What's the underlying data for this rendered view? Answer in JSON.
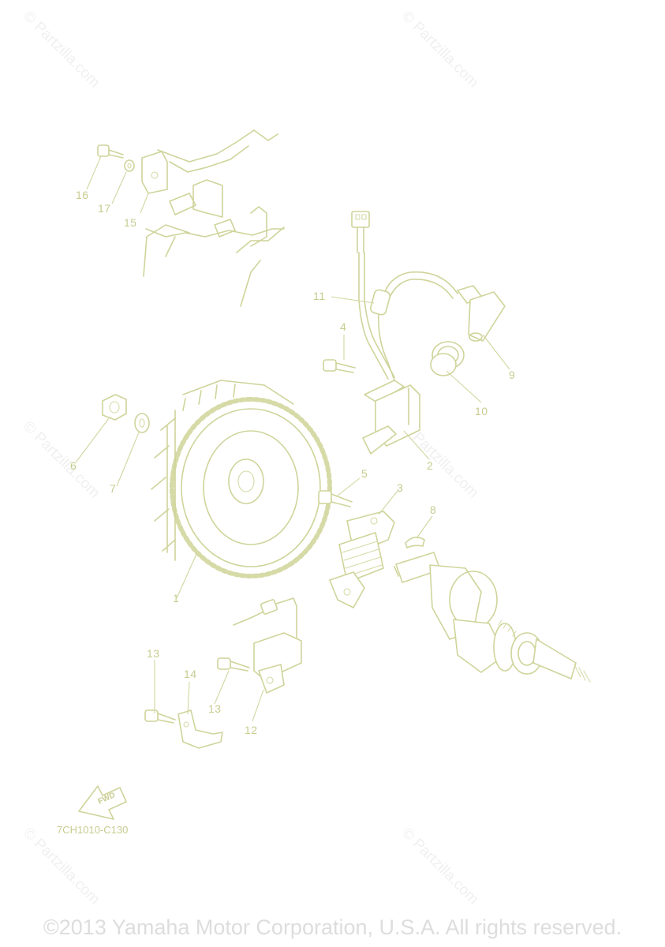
{
  "diagram": {
    "code": "7CH1010-C130",
    "copyright": "©2013 Yamaha Motor Corporation, U.S.A. All rights reserved.",
    "watermark_text": "© Partzilla.com",
    "fwd_label": "FWD",
    "callouts": {
      "c1": "1",
      "c2": "2",
      "c3": "3",
      "c4": "4",
      "c5": "5",
      "c6": "6",
      "c7": "7",
      "c8": "8",
      "c9": "9",
      "c10": "10",
      "c11": "11",
      "c12": "12",
      "c13a": "13",
      "c13b": "13",
      "c14": "14",
      "c15": "15",
      "c16": "16",
      "c17": "17"
    }
  }
}
